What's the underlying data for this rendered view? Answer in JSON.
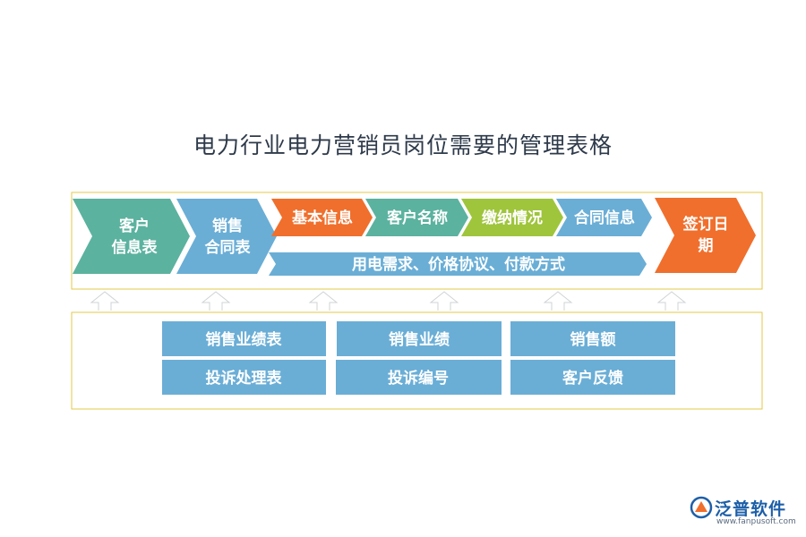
{
  "title": "电力行业电力营销员岗位需要的管理表格",
  "colors": {
    "teal": "#5bb29f",
    "blue": "#6aaed6",
    "orange": "#f06f2c",
    "green": "#9fc53c",
    "frame": "#e3c94a",
    "title": "#2e3a4a"
  },
  "chevrons": [
    {
      "line1": "客户",
      "line2": "信息表"
    },
    {
      "line1": "销售",
      "line2": "合同表"
    }
  ],
  "steps": [
    "基本信息",
    "客户名称",
    "缴纳情况",
    "合同信息"
  ],
  "bar": "用电需求、价格协议、付款方式",
  "final": {
    "line1": "签订日",
    "line2": "期"
  },
  "boxes": [
    [
      "销售业绩表",
      "销售业绩",
      "销售额"
    ],
    [
      "投诉处理表",
      "投诉编号",
      "客户反馈"
    ]
  ],
  "logo": {
    "name": "泛普软件",
    "url": "www.fanpusoft.com"
  }
}
